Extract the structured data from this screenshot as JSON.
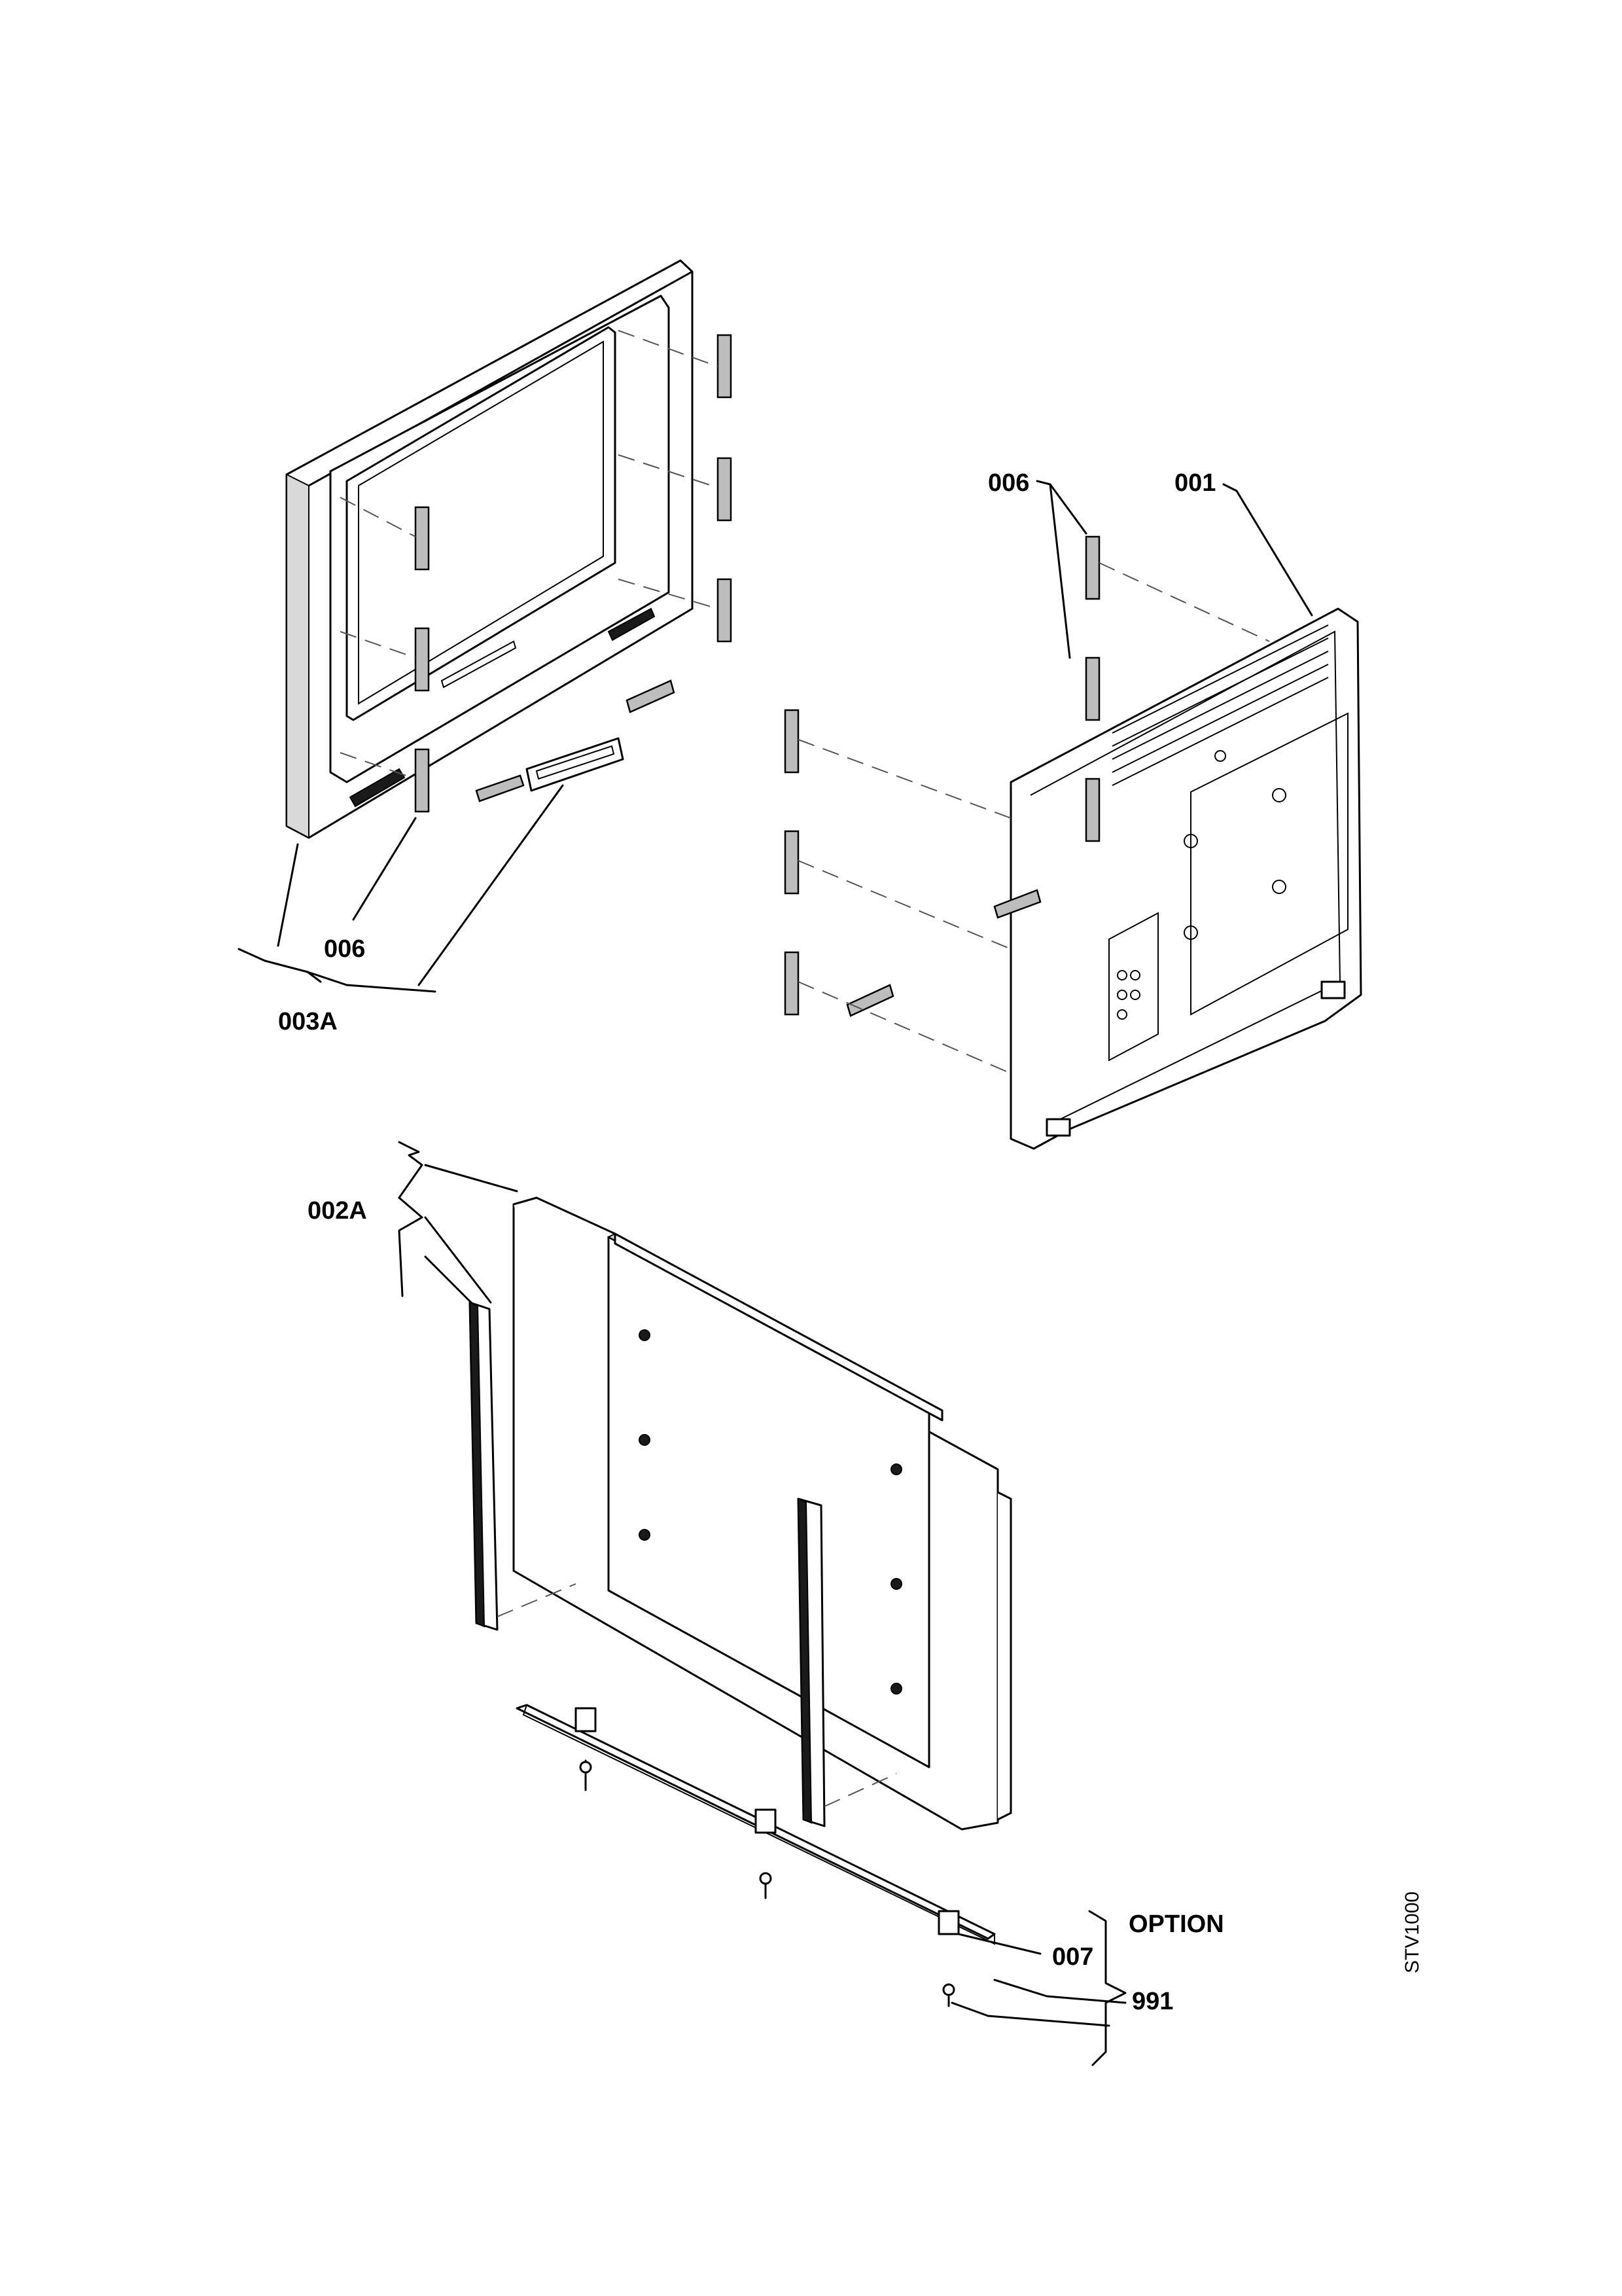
{
  "labels": {
    "rear_cover": "001",
    "tape_top": "006",
    "tape_left": "006",
    "front_cabinet": "003A",
    "base_assembly": "002A",
    "spacer": "007",
    "option_label": "OPTION",
    "screw_set": "991"
  },
  "drawing_code": "STV1000"
}
